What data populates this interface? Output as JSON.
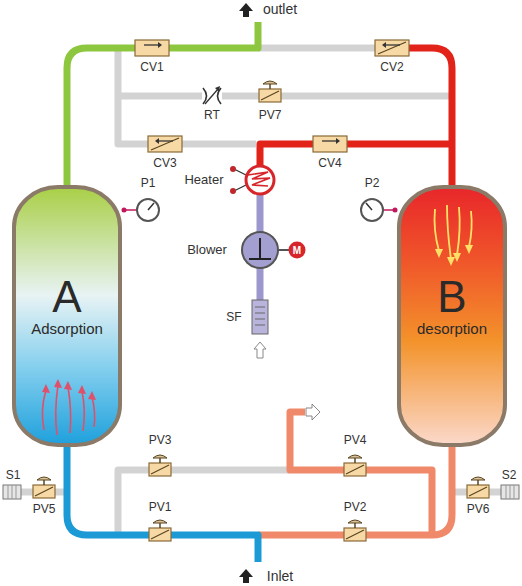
{
  "diagram": {
    "nodes": [
      {
        "text": [
          "A",
          "Adsorption"
        ]
      },
      {
        "text": [
          "B",
          "desorption"
        ]
      }
    ],
    "labels": [
      "outlet",
      "CV1",
      "CV2",
      "RT",
      "PV7",
      "CV3",
      "CV4",
      "Heater",
      "P1",
      "P2",
      "M",
      "Blower",
      "SF",
      "S1",
      "PV5",
      "PV3",
      "PV4",
      "S2",
      "PV6",
      "PV1",
      "PV2",
      "Inlet"
    ]
  }
}
